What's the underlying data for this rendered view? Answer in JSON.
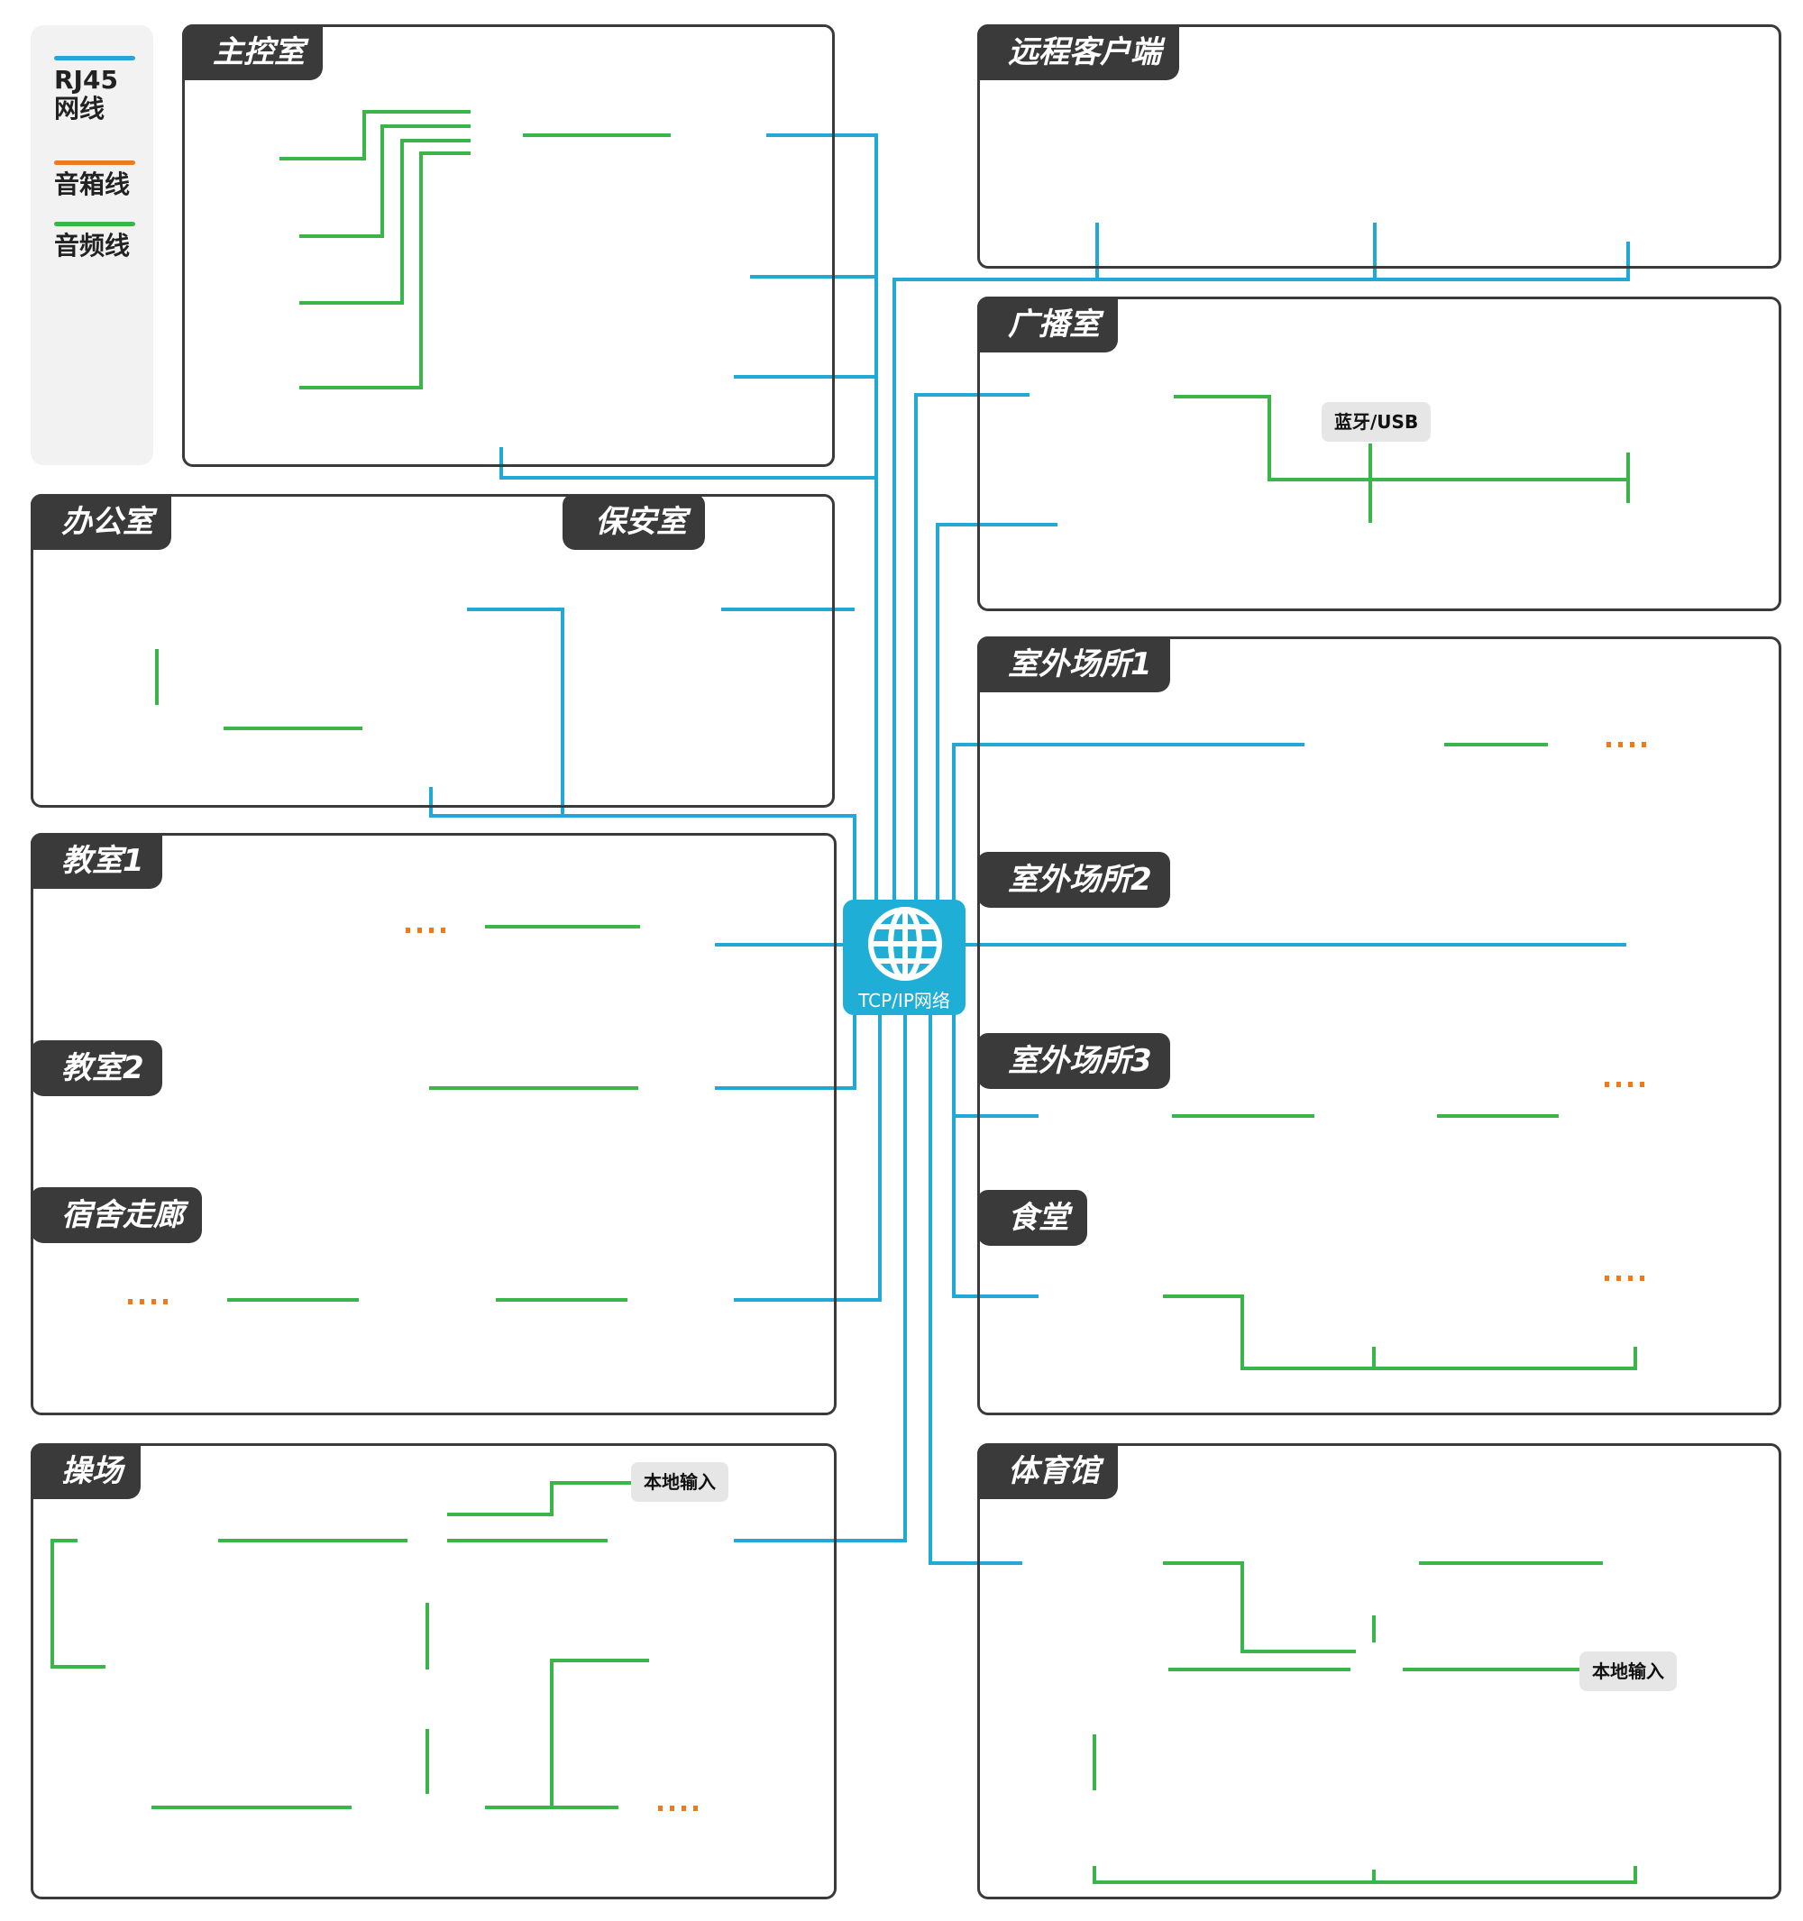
{
  "legend": {
    "items": [
      {
        "label": "RJ45\n网线",
        "color": "#22a8d4"
      },
      {
        "label": "音箱线",
        "color": "#ee7a1c"
      },
      {
        "label": "音频线",
        "color": "#3ab54a"
      }
    ]
  },
  "zones": {
    "main_control": "主控室",
    "remote_client": "远程客户端",
    "broadcast_room": "广播室",
    "office": "办公室",
    "security_room": "保安室",
    "outdoor1": "室外场所1",
    "outdoor2": "室外场所2",
    "outdoor3": "室外场所3",
    "classroom1": "教室1",
    "classroom2": "教室2",
    "dorm_corridor": "宿舍走廊",
    "canteen": "食堂",
    "playground": "操场",
    "gymnasium": "体育馆"
  },
  "chips": {
    "bluetooth_usb": "蓝牙/USB",
    "local_input_playground": "本地输入",
    "local_input_gym": "本地输入"
  },
  "hub": {
    "label": "TCP/IP网络",
    "icon": "globe-icon"
  },
  "colors": {
    "rj45": "#22a8d4",
    "speaker": "#ee7a1c",
    "audio": "#3ab54a",
    "frame": "#3a3a3a"
  }
}
